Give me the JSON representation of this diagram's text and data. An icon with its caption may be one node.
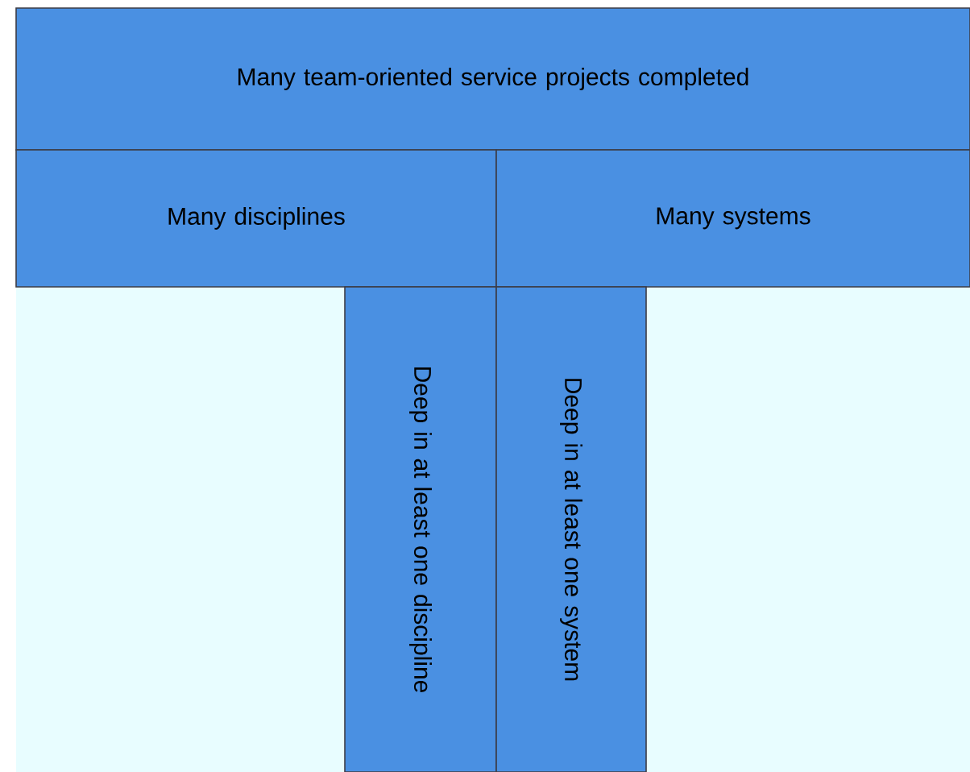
{
  "diagram": {
    "nodes": [
      {
        "text": [
          "Many team-oriented service projects completed"
        ]
      },
      {
        "text": [
          "Many disciplines"
        ]
      },
      {
        "text": [
          "Many systems"
        ]
      },
      {
        "text": [
          "Deep in at least one discipline"
        ]
      },
      {
        "text": [
          "Deep in at least one system"
        ]
      }
    ]
  }
}
